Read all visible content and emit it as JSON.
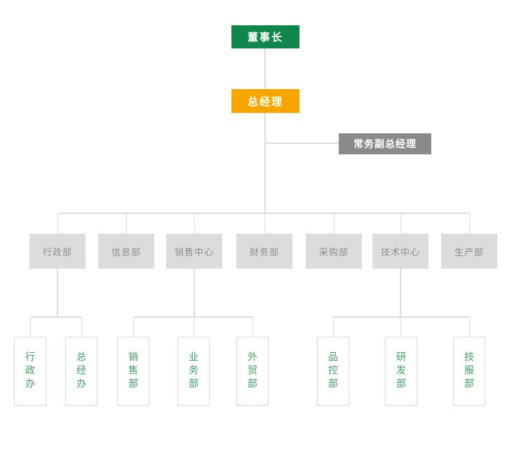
{
  "org": {
    "chairman": {
      "label": "董事长"
    },
    "general_manager": {
      "label": "总经理"
    },
    "deputy_general_manager": {
      "label": "常务副总经理"
    },
    "departments": [
      {
        "label": "行政部"
      },
      {
        "label": "信息部"
      },
      {
        "label": "销售中心"
      },
      {
        "label": "财务部"
      },
      {
        "label": "采购部"
      },
      {
        "label": "技术中心"
      },
      {
        "label": "生产部"
      }
    ],
    "offices": [
      {
        "label": "行政办",
        "parent": "行政部"
      },
      {
        "label": "总经办",
        "parent": "行政部"
      },
      {
        "label": "销售部",
        "parent": "销售中心"
      },
      {
        "label": "业务部",
        "parent": "销售中心"
      },
      {
        "label": "外贸部",
        "parent": "销售中心"
      },
      {
        "label": "品控部",
        "parent": "技术中心"
      },
      {
        "label": "研发部",
        "parent": "技术中心"
      },
      {
        "label": "技服部",
        "parent": "技术中心"
      }
    ],
    "colors": {
      "chairman_bg": "#10874a",
      "general_manager_bg": "#f7a600",
      "deputy_bg": "#8a8a8a",
      "department_bg": "#dcdcdc",
      "department_text": "#8e8e8e",
      "office_text": "#3f9e63",
      "office_border": "#d9d9d9",
      "connector": "#dcdcdc"
    }
  }
}
